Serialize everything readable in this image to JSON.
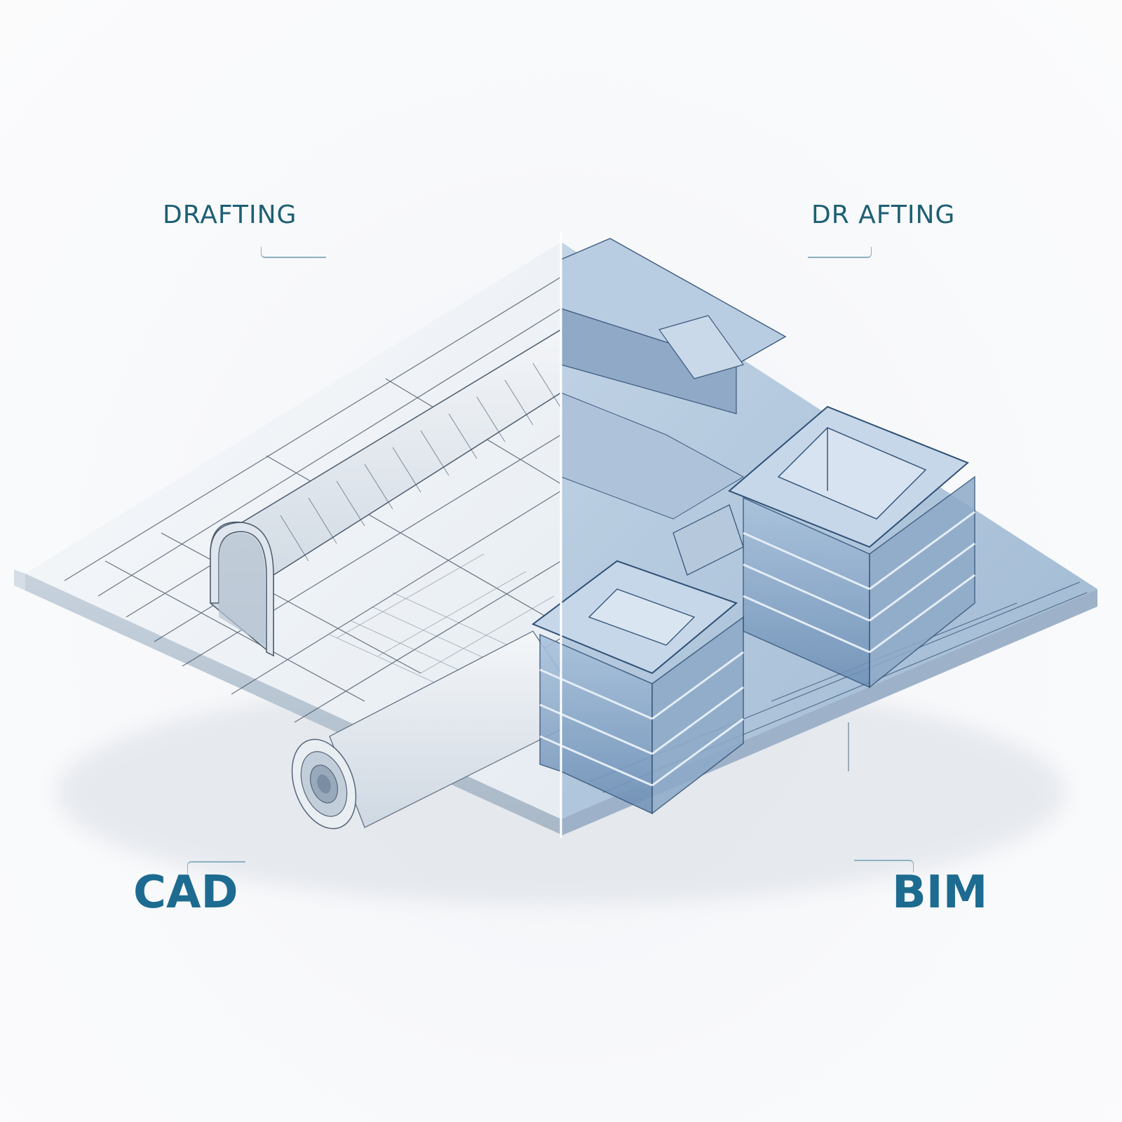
{
  "left_panel": {
    "subtitle": "DRAFTING",
    "title": "CAD",
    "illustration": "2D blueprint drawing with barrel-vault roof and rolled plan sheet"
  },
  "right_panel": {
    "subtitle": "DR AFTING",
    "title": "BIM",
    "illustration": "3D isometric building information model with multi-storey buildings"
  },
  "colors": {
    "title_text": "#1d6b90",
    "subtitle_text": "#1e5f73",
    "bim_tint": "#9fbad6",
    "cad_paper": "#eef2f6",
    "divider": "#ffffff"
  }
}
